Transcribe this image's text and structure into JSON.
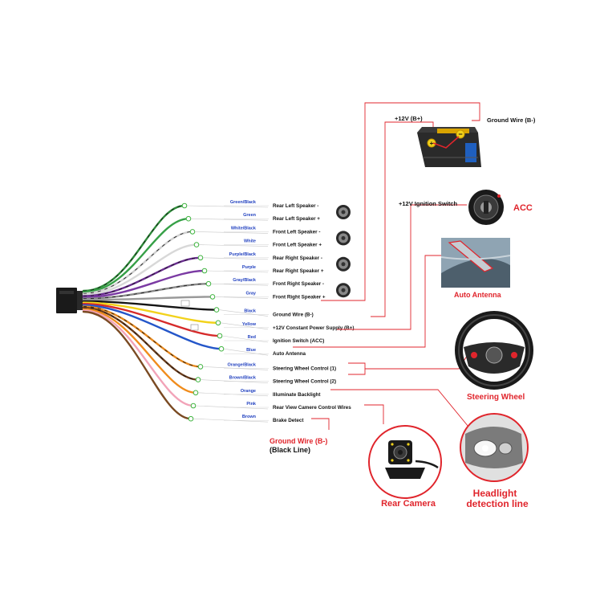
{
  "wires": [
    {
      "color_label": "Green/Black",
      "function": "Rear Left Speaker -",
      "stroke": "#2e8b3a",
      "stripe": "#111111"
    },
    {
      "color_label": "Green",
      "function": "Rear Left Speaker +",
      "stroke": "#36a047",
      "stripe": ""
    },
    {
      "color_label": "White/Black",
      "function": "Front Left Speaker -",
      "stroke": "#d0d0d0",
      "stripe": "#111111"
    },
    {
      "color_label": "White",
      "function": "Front Left Speaker +",
      "stroke": "#d8d8d8",
      "stripe": ""
    },
    {
      "color_label": "Purple/Black",
      "function": "Rear Right Speaker -",
      "stroke": "#6a2e8f",
      "stripe": "#111111"
    },
    {
      "color_label": "Purple",
      "function": "Rear Right Speaker +",
      "stroke": "#7b3aa3",
      "stripe": ""
    },
    {
      "color_label": "Gray/Black",
      "function": "Front Right Speaker -",
      "stroke": "#8a8a8a",
      "stripe": "#111111"
    },
    {
      "color_label": "Gray",
      "function": "Front Right Speaker +",
      "stroke": "#9a9a9a",
      "stripe": ""
    },
    {
      "color_label": "Black",
      "function": "Ground Wire (B-)",
      "stroke": "#151515",
      "stripe": ""
    },
    {
      "color_label": "Yellow",
      "function": "+12V Constant Power Supply (B+)",
      "stroke": "#f2d21b",
      "stripe": ""
    },
    {
      "color_label": "Red",
      "function": "Ignition Switch (ACC)",
      "stroke": "#d62a2a",
      "stripe": ""
    },
    {
      "color_label": "Blue",
      "function": "Auto Antenna",
      "stroke": "#2456c9",
      "stripe": ""
    },
    {
      "color_label": "Orange/Black",
      "function": "Steering Wheel Control (1)",
      "stroke": "#e8891e",
      "stripe": "#111111"
    },
    {
      "color_label": "Brown/Black",
      "function": "Steering Wheel Control (2)",
      "stroke": "#6b3d1c",
      "stripe": "#111111"
    },
    {
      "color_label": "Orange",
      "function": "Illuminate Backlight",
      "stroke": "#f08c1c",
      "stripe": ""
    },
    {
      "color_label": "Pink",
      "function": "Rear View Camere Control Wires",
      "stroke": "#f2a3b8",
      "stripe": ""
    },
    {
      "color_label": "Brown",
      "function": "Brake Detect",
      "stroke": "#7a4a22",
      "stripe": ""
    }
  ],
  "labels": {
    "battery_positive": "+12V  (B+)",
    "battery_ground": "Ground Wire (B-)",
    "ignition": "+12V  Ignition Switch",
    "acc": "ACC",
    "auto_antenna": "Auto Antenna",
    "steering_wheel": "Steering Wheel",
    "headlight_line1": "Headlight",
    "headlight_line2": "detection line",
    "rear_camera": "Rear Camera",
    "ground_note_line1": "Ground Wire (B-)",
    "ground_note_line2": "(Black Line)"
  },
  "colors": {
    "accent": "#e0252c",
    "label_blue": "#1f3fbf",
    "node_green": "#3db33d"
  }
}
